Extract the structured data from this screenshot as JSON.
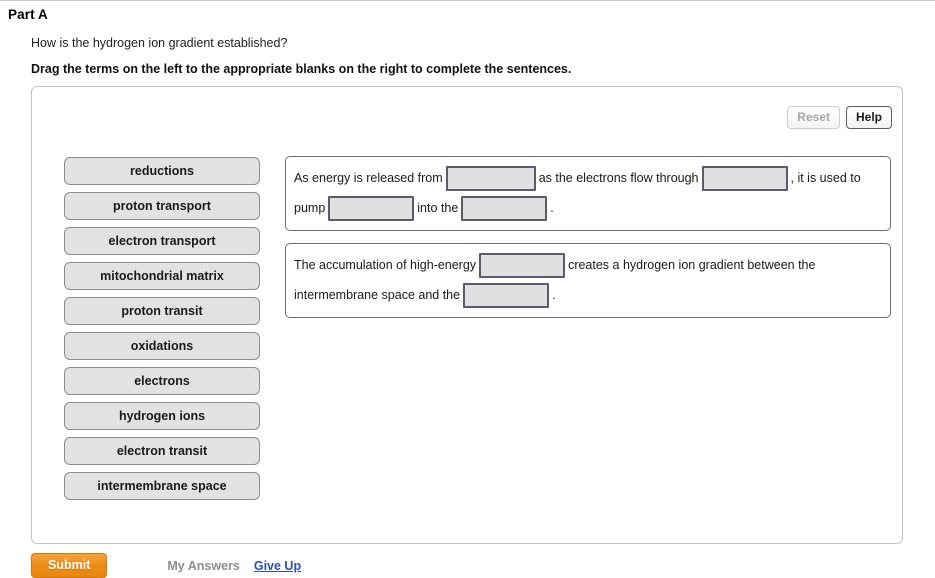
{
  "header": {
    "part_title": "Part A",
    "question": "How is the hydrogen ion gradient established?",
    "instruction": "Drag the terms on the left to the appropriate blanks on the right to complete the sentences."
  },
  "toolbar": {
    "reset_label": "Reset",
    "help_label": "Help"
  },
  "terms": [
    {
      "label": "reductions"
    },
    {
      "label": "proton transport"
    },
    {
      "label": "electron transport"
    },
    {
      "label": "mitochondrial matrix"
    },
    {
      "label": "proton transit"
    },
    {
      "label": "oxidations"
    },
    {
      "label": "electrons"
    },
    {
      "label": "hydrogen ions"
    },
    {
      "label": "electron transit"
    },
    {
      "label": "intermembrane space"
    }
  ],
  "sentences": [
    {
      "id": "sentence-1",
      "line1": {
        "t1": "As energy is released from",
        "blank1": "",
        "t2": "as the electrons flow through",
        "blank2": "",
        "t3": ", it is used to"
      },
      "line2": {
        "t1": "pump",
        "blank1": "",
        "t2": "into the",
        "blank2": "",
        "t3": "."
      }
    },
    {
      "id": "sentence-2",
      "line1": {
        "t1": "The accumulation of high-energy",
        "blank1": "",
        "t2": "creates a hydrogen ion gradient between the",
        "blank2": null,
        "t3": null
      },
      "line2": {
        "t1": "intermembrane space and the",
        "blank1": "",
        "t2": ".",
        "blank2": null,
        "t3": null
      }
    }
  ],
  "footer": {
    "submit_label": "Submit",
    "my_answers_label": "My Answers",
    "give_up_label": "Give Up"
  },
  "colors": {
    "submit_orange": "#ed8b18",
    "link_blue": "#2a4fb5",
    "term_fill": "#e2e2e2",
    "blank_fill": "#e0e0e0",
    "blank_border": "#5b5b6b",
    "disabled_text": "#a8a8a8"
  }
}
